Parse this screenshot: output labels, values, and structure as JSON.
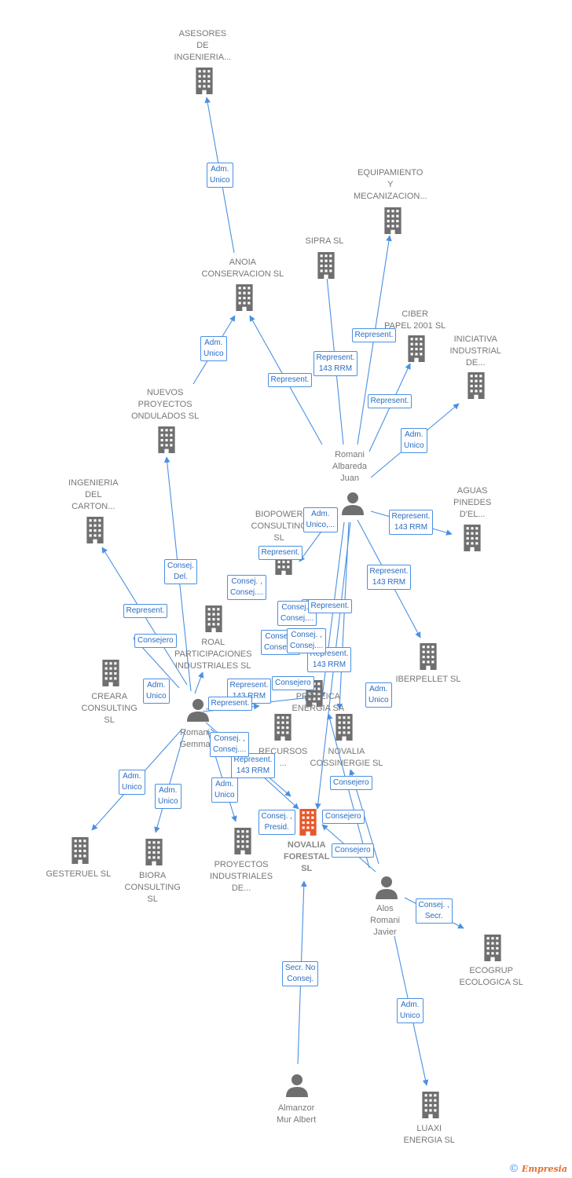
{
  "colors": {
    "edge": "#4a90e2",
    "company": "#6f6f6f",
    "main_company": "#e8582a",
    "person": "#6f6f6f"
  },
  "nodes": [
    {
      "id": "asesores",
      "type": "company",
      "label": "ASESORES\nDE\nINGENIERIA..."
    },
    {
      "id": "equip",
      "type": "company",
      "label": "EQUIPAMIENTO\nY\nMECANIZACION..."
    },
    {
      "id": "sipra",
      "type": "company",
      "label": "SIPRA SL"
    },
    {
      "id": "anoia",
      "type": "company",
      "label": "ANOIA\nCONSERVACION SL"
    },
    {
      "id": "ciber",
      "type": "company",
      "label": "CIBER\nPAPEL 2001 SL"
    },
    {
      "id": "iniciativa",
      "type": "company",
      "label": "INICIATIVA\nINDUSTRIAL\nDE..."
    },
    {
      "id": "nuevos",
      "type": "company",
      "label": "NUEVOS\nPROYECTOS\nONDULADOS SL"
    },
    {
      "id": "romani_juan",
      "type": "person",
      "label": "Romani\nAlbareda\nJuan"
    },
    {
      "id": "ingenieria_carton",
      "type": "company",
      "label": "INGENIERIA\nDEL\nCARTON..."
    },
    {
      "id": "biopower",
      "type": "company",
      "label": "BIOPOWER\nCONSULTING\nSL"
    },
    {
      "id": "aguas",
      "type": "company",
      "label": "AGUAS\nPINEDES\nD'EL..."
    },
    {
      "id": "roal",
      "type": "company",
      "label": "ROAL\nPARTICIPACIONES\nINDUSTRIALES SL"
    },
    {
      "id": "iberpellet",
      "type": "company",
      "label": "IBERPELLET SL"
    },
    {
      "id": "creara",
      "type": "company",
      "label": "CREARA\nCONSULTING\nSL"
    },
    {
      "id": "romani_gemma",
      "type": "person",
      "label": "Romani\nGemma"
    },
    {
      "id": "profeica",
      "type": "company",
      "label": "PROFEICA\nENERGIA SA"
    },
    {
      "id": "recursos",
      "type": "company",
      "label": "RECURSOS\n..."
    },
    {
      "id": "novalia_cos",
      "type": "company",
      "label": "NOVALIA\nCOSSINERGIE SL"
    },
    {
      "id": "novalia_forestal",
      "type": "main",
      "label": "NOVALIA\nFORESTAL\nSL"
    },
    {
      "id": "gesteruel",
      "type": "company",
      "label": "GESTERUEL SL"
    },
    {
      "id": "biora",
      "type": "company",
      "label": "BIORA\nCONSULTING\nSL"
    },
    {
      "id": "proyectos",
      "type": "company",
      "label": "PROYECTOS\nINDUSTRIALES\nDE..."
    },
    {
      "id": "alos",
      "type": "person",
      "label": "Alos\nRomani\nJavier"
    },
    {
      "id": "ecogrup",
      "type": "company",
      "label": "ECOGRUP\nECOLOGICA SL"
    },
    {
      "id": "almanzor",
      "type": "person",
      "label": "Almanzor\nMur Albert"
    },
    {
      "id": "luaxi",
      "type": "company",
      "label": "LUAXI\nENERGIA SL"
    }
  ],
  "edges": [
    {
      "from": "anoia",
      "to": "asesores",
      "label": "Adm.\nUnico"
    },
    {
      "from": "nuevos",
      "to": "anoia",
      "label": "Adm.\nUnico"
    },
    {
      "from": "romani_juan",
      "to": "anoia",
      "label": "Represent."
    },
    {
      "from": "romani_juan",
      "to": "sipra",
      "label": "Represent.\n143 RRM"
    },
    {
      "from": "romani_juan",
      "to": "equip",
      "label": "Represent."
    },
    {
      "from": "romani_juan",
      "to": "ciber",
      "label": "Represent."
    },
    {
      "from": "romani_juan",
      "to": "iniciativa",
      "label": "Adm.\nUnico"
    },
    {
      "from": "romani_juan",
      "to": "aguas",
      "label": "Represent.\n143 RRM"
    },
    {
      "from": "romani_juan",
      "to": "iberpellet",
      "label": "Represent.\n143 RRM"
    },
    {
      "from": "romani_juan",
      "to": "biopower",
      "label": "Adm.\nUnico,..."
    },
    {
      "from": "romani_juan",
      "to": "profeica",
      "label": "Represent.\n143 RRM"
    },
    {
      "from": "romani_juan",
      "to": "novalia_cos",
      "label": "Represent."
    },
    {
      "from": "romani_juan",
      "to": "novalia_forestal",
      "label": "Represent."
    },
    {
      "from": "romani_gemma",
      "to": "nuevos",
      "label": "Consej.\nDel."
    },
    {
      "from": "romani_gemma",
      "to": "ingenieria_carton",
      "label": "Represent."
    },
    {
      "from": "romani_gemma",
      "to": "creara",
      "label": "Consejero"
    },
    {
      "from": "romani_gemma",
      "to": "roal",
      "label": "Adm.\nUnico"
    },
    {
      "from": "romani_gemma",
      "to": "gesteruel",
      "label": "Adm.\nUnico"
    },
    {
      "from": "romani_gemma",
      "to": "biora",
      "label": "Adm.\nUnico"
    },
    {
      "from": "romani_gemma",
      "to": "profeica",
      "label": "Represent.\n143 RRM"
    },
    {
      "from": "romani_gemma",
      "to": "recursos",
      "label": "Represent."
    },
    {
      "from": "romani_gemma",
      "to": "proyectos",
      "label": "Adm.\nUnico"
    },
    {
      "from": "romani_gemma",
      "to": "novalia_forestal",
      "label": "Represent.\n143 RRM"
    },
    {
      "from": "romani_gemma",
      "to": "novalia_cos",
      "label": "Consej. ,\nConsej...."
    },
    {
      "from": "alos",
      "to": "novalia_cos",
      "label": "Consejero"
    },
    {
      "from": "alos",
      "to": "novalia_forestal",
      "label": "Consejero"
    },
    {
      "from": "alos",
      "to": "profeica",
      "label": "Adm.\nUnico"
    },
    {
      "from": "alos",
      "to": "ecogrup",
      "label": "Consej. ,\nSecr."
    },
    {
      "from": "alos",
      "to": "luaxi",
      "label": "Adm.\nUnico"
    },
    {
      "from": "almanzor",
      "to": "novalia_forestal",
      "label": "Secr.  No\nConsej."
    }
  ],
  "extra_labels": [
    "Consej. ,\nConsej....",
    "Consej. ,\nConsej....",
    "Consej. ,\nConsej....",
    "Consej. ,\nConsej....",
    "Consej. ,\nPresid.",
    "Consejero",
    "Consejero",
    "Represent.",
    "Represent."
  ],
  "watermark": {
    "copyright": "©",
    "brand": "Empresia"
  }
}
